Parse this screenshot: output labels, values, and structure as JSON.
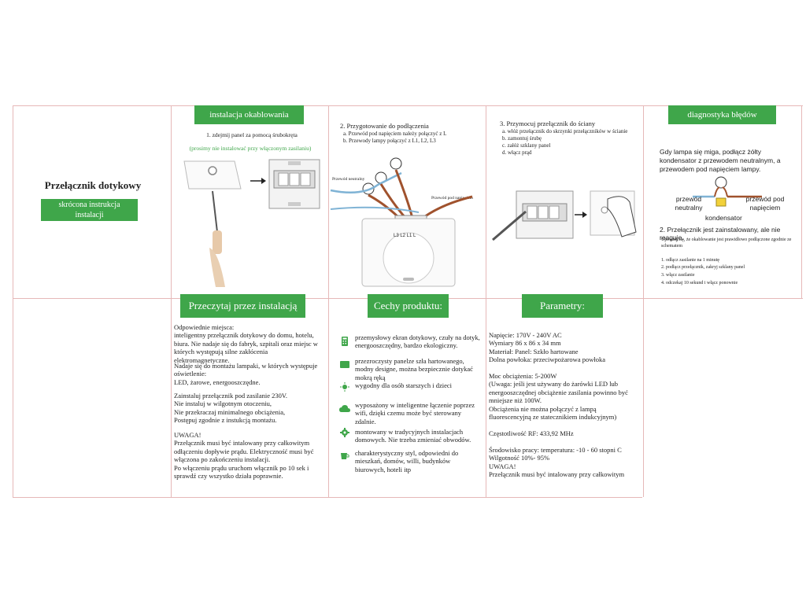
{
  "cover": {
    "title": "Przełącznik dotykowy",
    "subtitle": "skrócona instrukcja instalacji"
  },
  "step1": {
    "header": "instalacja okablowania",
    "text": "1. zdejmij panel za pomocą śrubokręta",
    "warning": "(prosimy nie instalować przy włączonym zasilaniu)"
  },
  "step2": {
    "title": "2. Przygotowanie do podłączenia",
    "lines": [
      "a. Przewód pod napięciem należy połączyć z L",
      "b. Przewody lampy połączyć z L1, L2, L3"
    ],
    "label_neutral": "Przewód neutralny",
    "label_live": "Przewód pod napięciem",
    "terminals": "L3 L2 L1  L"
  },
  "step3": {
    "title": "3. Przymocuj przełącznik do ściany",
    "lines": [
      "a. włóż przełącznik do skrzynki przełączników w ścianie",
      "b. zamontuj śrubę",
      "c. załóż szklany panel",
      "d. włącz prąd"
    ]
  },
  "diag": {
    "header": "diagnostyka błędów",
    "intro": "Gdy lampa się miga, podłącz żółty kondensator z przewodem neutralnym, a przewodem pod napięciem lampy.",
    "label_neutral": "przewód neutralny",
    "label_live": "przewód pod napięciem",
    "label_cap": "kondensator",
    "point2": "2. Przełącznik jest zainstalowany, ale nie reaguje.",
    "point2_sub": "Upewnij się, że okablowanie jest prawidłowo podłączone zgodnie ze schematem",
    "steps": [
      "1. odłącz zasilanie na 1 minutę",
      "2. podłącz przełącznik, zakryj szklany panel",
      "3. włącz zasilanie",
      "4. odczekaj 10 sekund i włącz ponownie"
    ]
  },
  "read": {
    "header": "Przeczytaj przez instalacją",
    "paragraphs": [
      "Odpowiednie miejsca:\ninteligentny przełącznik dotykowy do domu, hotelu, biura. Nie nadaje się do fabryk, szpitali oraz miejsc w których występują silne zakłócenia elektromagnetyczne.",
      "Nadaje się do montażu lampaki, w których występuje oświetlenie:\nLED, żarowe, energooszczędne.",
      "Zainstaluj przełącznik pod zasilanie 230V.\nNie instaluj w wilgotnym otoczeniu,\nNie przekraczaj minimalnego obciążenia,\nPostępuj zgodnie z instukcją montażu.",
      "UWAGA!\nPrzełącznik musi być intalowany przy całkowitym odłączeniu dopływie prądu. Elektryczność musi być włączona po zakończeniu instalacji.\nPo włączeniu prądu uruchom włącznik po 10 sek i sprawdź czy wszystko działa poprawnie."
    ]
  },
  "features": {
    "header": "Cechy produktu:",
    "items": [
      {
        "icon": "calculator-icon",
        "text": "przemysłowy ekran dotykowy, czuły na dotyk, energooszczędny, bardzo ekologiczny."
      },
      {
        "icon": "panel-icon",
        "text": "przezroczysty panelze szła hartowanego, modny designe, można bezpiecznie dotykać mokrą ręką"
      },
      {
        "icon": "sun-icon",
        "text": "wygodny dla osób starszych i dzieci"
      },
      {
        "icon": "cloud-icon",
        "text": "wyposażony w inteligentne łączenie poprzez wifi, dzięki czemu może być sterowany zdalnie."
      },
      {
        "icon": "gear-icon",
        "text": "montowany w tradycyjnych instalacjach domowych. Nie trzeba zmieniać obwodów."
      },
      {
        "icon": "cup-icon",
        "text": "charakterystyczny styl, odpowiedni do mieszkań, domów, willi, budynków biurowych, hoteli itp"
      }
    ]
  },
  "params": {
    "header": "Parametry:",
    "text": "Napięcie: 170V - 240V AC\nWymiary 86 x 86 x 34 mm\nMateriał: Panel: Szkło hartowane\nDolna powłoka: przeciwpożarowa powłoka\n\nMoc obciążenia: 5-200W\n(Uwaga: jeśli jest używany do żarówki LED lub energooszczędnej obciążenie zasilania powinno być mniejsze niż 100W.\nObciążenia nie można połączyć z lampą fluorescencyjną ze statecznikiem indukcyjnym)\n\nCzęstotliwość RF: 433,92 MHz\n\nŚrodowisko pracy: temperatura: -10 - 60 stopni C\nWilgotność 10%- 95%\nUWAGA!\nPrzełącznik musi być intalowany przy całkowitym"
  },
  "colors": {
    "accent_green": "#3fa64a",
    "wire_brown": "#a0522d",
    "wire_blue": "#7fb3d5"
  }
}
